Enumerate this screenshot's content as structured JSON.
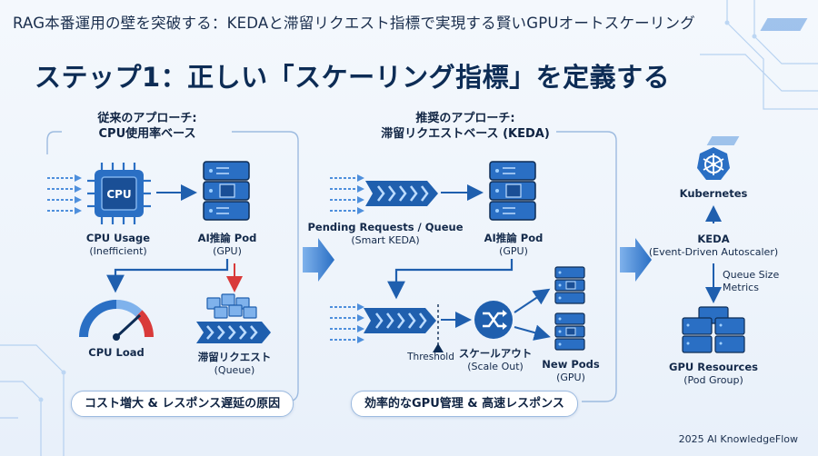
{
  "header": "RAG本番運用の壁を突破する：KEDAと滞留リクエスト指標で実現する賢いGPUオートスケーリング",
  "title": "ステップ1：正しい「スケーリング指標」を定義する",
  "left": {
    "heading_line1": "従来のアプローチ:",
    "heading_line2": "CPU使用率ベース",
    "cpu_chip_text": "CPU",
    "cpu_usage": "CPU Usage",
    "cpu_usage_sub": "(Inefficient)",
    "pod": "AI推論 Pod",
    "pod_sub": "(GPU)",
    "cpu_load": "CPU Load",
    "queue": "滞留リクエスト",
    "queue_sub": "(Queue)",
    "footer_pill": "コスト増大 & レスポンス遅延の原因"
  },
  "middle": {
    "heading_line1": "推奨のアプローチ:",
    "heading_line2": "滞留リクエストベース (KEDA)",
    "pending": "Pending Requests / Queue",
    "pending_sub": "(Smart KEDA)",
    "pod": "AI推論 Pod",
    "pod_sub": "(GPU)",
    "threshold": "Threshold",
    "scaleout": "スケールアウト",
    "scaleout_sub": "(Scale Out)",
    "new_pods": "New Pods",
    "new_pods_sub": "(GPU)",
    "footer_pill": "効率的なGPU管理 & 高速レスポンス"
  },
  "right": {
    "kubernetes": "Kubernetes",
    "keda": "KEDA",
    "keda_sub": "(Event-Driven Autoscaler)",
    "metric_line1": "Queue Size",
    "metric_line2": "Metrics",
    "gpu": "GPU Resources",
    "gpu_sub": "(Pod Group)"
  },
  "footer": "2025 AI KnowledgeFlow",
  "colors": {
    "primary": "#1f5fae",
    "accent": "#d93a3a",
    "navy": "#0d2c55"
  }
}
